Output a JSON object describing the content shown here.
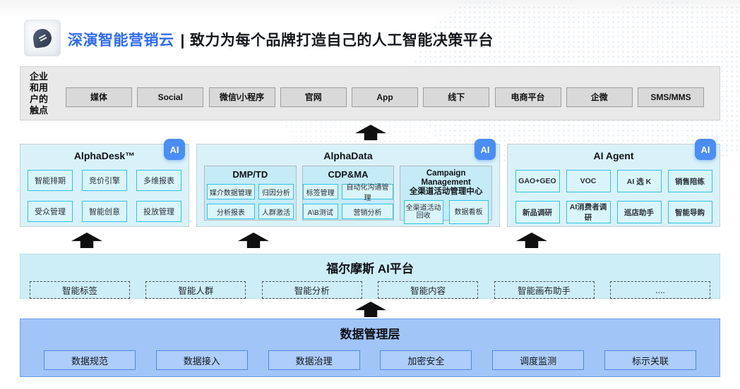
{
  "header": {
    "brand": "深演智能营销云",
    "separator": "|",
    "tagline": "致力为每个品牌打造自己的人工智能决策平台"
  },
  "touchpoints": {
    "label_lines": [
      "企业",
      "和用",
      "户的",
      "触点"
    ],
    "items": [
      "媒体",
      "Social",
      "微信\\小程序",
      "官网",
      "App",
      "线下",
      "电商平台",
      "企微",
      "SMS/MMS"
    ]
  },
  "panels": [
    {
      "title": "AlphaDesk™",
      "badge": "AI",
      "items": [
        "智能排期",
        "竞价引擎",
        "多维报表",
        "受众管理",
        "智能创意",
        "投放管理"
      ]
    },
    {
      "title": "AlphaData",
      "badge": "AI",
      "groups": [
        {
          "title": "DMP/TD",
          "items": [
            "媒介数据管理",
            "归因分析",
            "分析报表",
            "人群激活"
          ]
        },
        {
          "title": "CDP&MA",
          "items": [
            "标签管理",
            "自动化沟通管理",
            "A\\B测试",
            "营销分析"
          ]
        },
        {
          "title_en": "Campaign Management",
          "title_zh": "全渠道活动管理中心",
          "items": [
            "全渠道活动回收",
            "数据看板"
          ]
        }
      ]
    },
    {
      "title": "AI Agent",
      "badge": "AI",
      "items": [
        "GAO+GEO",
        "VOC",
        "AI 选 K",
        "销售陪练",
        "新品调研",
        "AI消费者调研",
        "巡店助手",
        "智能导购"
      ]
    }
  ],
  "ai_platform": {
    "title": "福尔摩斯 AI平台",
    "items": [
      "智能标签",
      "智能人群",
      "智能分析",
      "智能内容",
      "智能画布助手",
      "...."
    ]
  },
  "data_layer": {
    "title": "数据管理层",
    "items": [
      "数据规范",
      "数据接入",
      "数据治理",
      "加密安全",
      "调度监测",
      "标示关联"
    ]
  },
  "colors": {
    "brand_blue": "#2d6bf5",
    "badge_blue": "#4a8df6",
    "cyan_border": "#2cc3e8",
    "panel_bg": "#d9f2f9",
    "platform_bg": "#cdeef7",
    "data_layer_bg": "#a2c5f8",
    "touchbar_bg": "#e9e9e9",
    "arrow_black": "#101010"
  }
}
